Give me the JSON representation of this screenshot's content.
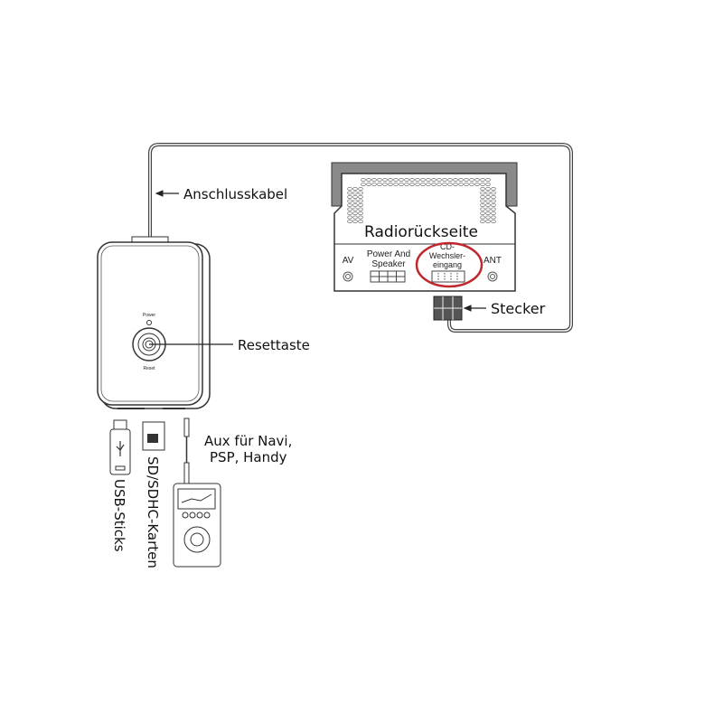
{
  "labels": {
    "cable": "Anschlusskabel",
    "radio_back": "Radiorückseite",
    "plug": "Stecker",
    "reset_button": "Resettaste",
    "aux_line1": "Aux für Navi,",
    "aux_line2": "PSP, Handy",
    "usb": "USB-Sticks",
    "sd": "SD/SDHC-Karten"
  },
  "device": {
    "power": "Power",
    "reset": "Reset"
  },
  "radio_ports": {
    "av": "AV",
    "power_line1": "Power And",
    "power_line2": "Speaker",
    "cd_line1": "CD-",
    "cd_line2": "Wechsler-",
    "cd_line3": "eingang",
    "ant": "ANT"
  },
  "colors": {
    "highlight": "#c0282d",
    "flange": "#8a8a8a"
  }
}
